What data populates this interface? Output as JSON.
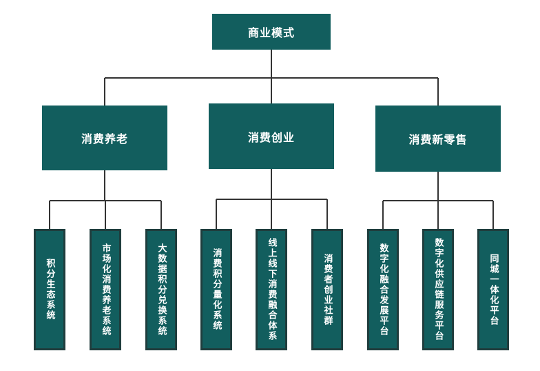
{
  "diagram": {
    "root": "商业模式",
    "branches": [
      {
        "label": "消费养老",
        "children": [
          "积分生态系统",
          "市场化消费养老系统",
          "大数据积分兑换系统"
        ]
      },
      {
        "label": "消费创业",
        "children": [
          "消费积分量化系统",
          "线上线下消费融合体系",
          "消费者创业社群"
        ]
      },
      {
        "label": "消费新零售",
        "children": [
          "数字化融合发展平台",
          "数字化供应链服务平台",
          "同城一体化平台"
        ]
      }
    ]
  },
  "colors": {
    "node_fill": "#125e5e",
    "leaf_border": "#1f3d3d",
    "connector": "#333333",
    "text": "#ffffff"
  }
}
